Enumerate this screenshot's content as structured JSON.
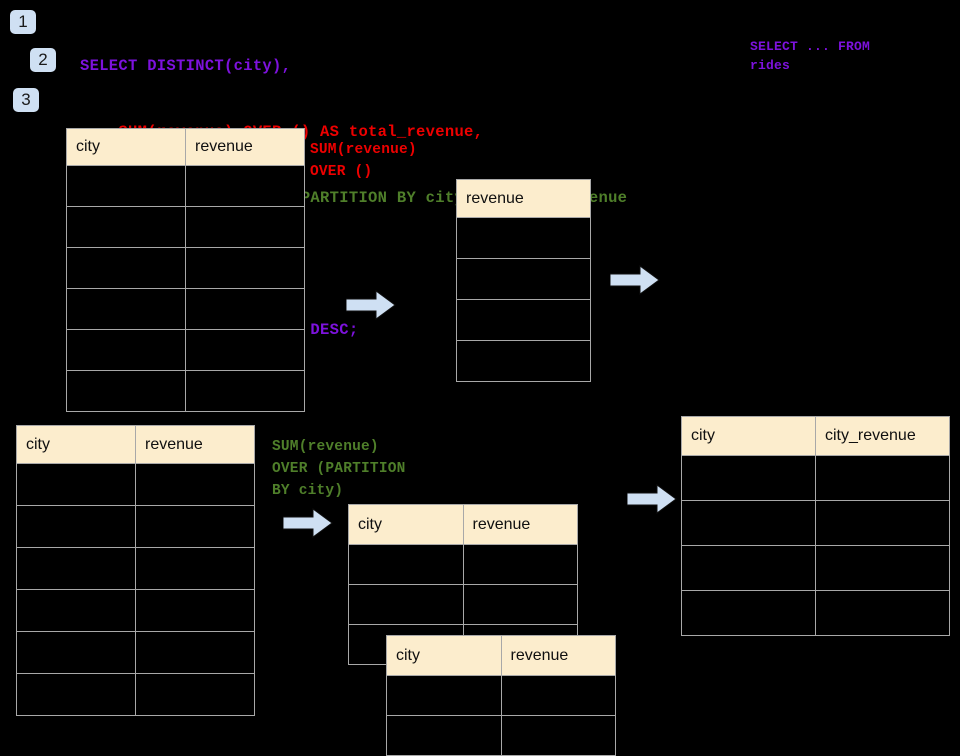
{
  "steps": [
    {
      "label": "1"
    },
    {
      "label": "2"
    },
    {
      "label": "3"
    }
  ],
  "sql": {
    "lines": [
      {
        "text": "SELECT DISTINCT(city),",
        "color": "purple"
      },
      {
        "text": "    SUM(revenue) OVER () AS total_revenue,",
        "color": "red"
      },
      {
        "text": "    SUM(revenue) OVER (PARTITION BY city) as city_revenue",
        "color": "green"
      },
      {
        "text": "  FROM rides",
        "color": "purple"
      },
      {
        "text": "  ORDER by city_revenue DESC;",
        "color": "purple"
      }
    ],
    "side_note": "SELECT ... FROM\nrides"
  },
  "annotations": {
    "over_empty": "SUM(revenue)\nOVER ()",
    "over_partition": "SUM(revenue)\nOVER (PARTITION\nBY city)"
  },
  "tables": {
    "source_top": {
      "headers": [
        "city",
        "revenue"
      ],
      "row_count": 6
    },
    "revenue_only": {
      "headers": [
        "revenue"
      ],
      "row_count": 4
    },
    "source_bottom": {
      "headers": [
        "city",
        "revenue"
      ],
      "row_count": 6
    },
    "partition_a": {
      "headers": [
        "city",
        "revenue"
      ],
      "row_count": 3
    },
    "partition_b": {
      "headers": [
        "city",
        "revenue"
      ],
      "row_count": 2
    },
    "result": {
      "headers": [
        "city",
        "city_revenue"
      ],
      "row_count": 4
    }
  },
  "arrows": [
    {
      "name": "arrow-top-left"
    },
    {
      "name": "arrow-top-right"
    },
    {
      "name": "arrow-bottom-left"
    },
    {
      "name": "arrow-bottom-right"
    }
  ],
  "colors": {
    "background": "#000000",
    "header_fill": "#fcedcd",
    "grid_line": "#a8a8a8",
    "badge_fill": "#cfe0f3",
    "arrow_fill": "#cfe0f3",
    "purple": "#7d12dd",
    "red": "#ee0000",
    "green": "#4f7f2a"
  }
}
